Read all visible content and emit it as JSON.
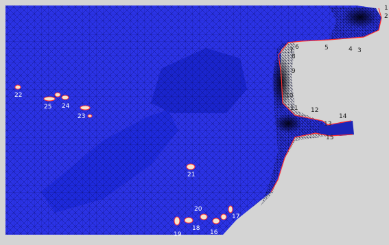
{
  "colors": {
    "land": "#d4d4d4",
    "sea_shallow": "#2b33e6",
    "sea_deep": "#1622c9",
    "mesh": "#0a0f66",
    "coast": "#ff3030",
    "island_core": "#f5e6d0",
    "label_light": "#ffffff",
    "label_dark": "#222222"
  },
  "labels": {
    "p1": "1",
    "p2": "2",
    "p3": "3",
    "p4": "4",
    "p5": "5",
    "p6": "6",
    "p7": "7",
    "p8": "8",
    "p9": "9",
    "p10": "10",
    "p11": "11",
    "p12": "12",
    "p13": "13",
    "p14": "14",
    "p15": "15",
    "p16": "16",
    "p17": "17",
    "p18": "18",
    "p19": "19",
    "p20": "20",
    "p21": "21",
    "p22": "22",
    "p23": "23",
    "p24": "24",
    "p25": "25"
  }
}
